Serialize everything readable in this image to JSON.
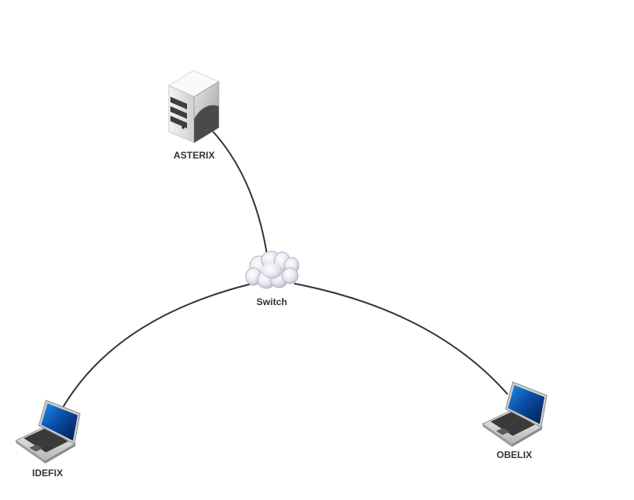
{
  "diagram": {
    "nodes": [
      {
        "id": "asterix",
        "label": "ASTERIX",
        "icon": "server-icon"
      },
      {
        "id": "switch",
        "label": "Switch",
        "icon": "cloud-icon"
      },
      {
        "id": "idefix",
        "label": "IDEFIX",
        "icon": "laptop-icon"
      },
      {
        "id": "obelix",
        "label": "OBELIX",
        "icon": "laptop-icon"
      }
    ],
    "links": [
      {
        "from": "asterix",
        "to": "switch"
      },
      {
        "from": "switch",
        "to": "idefix"
      },
      {
        "from": "switch",
        "to": "obelix"
      }
    ]
  }
}
